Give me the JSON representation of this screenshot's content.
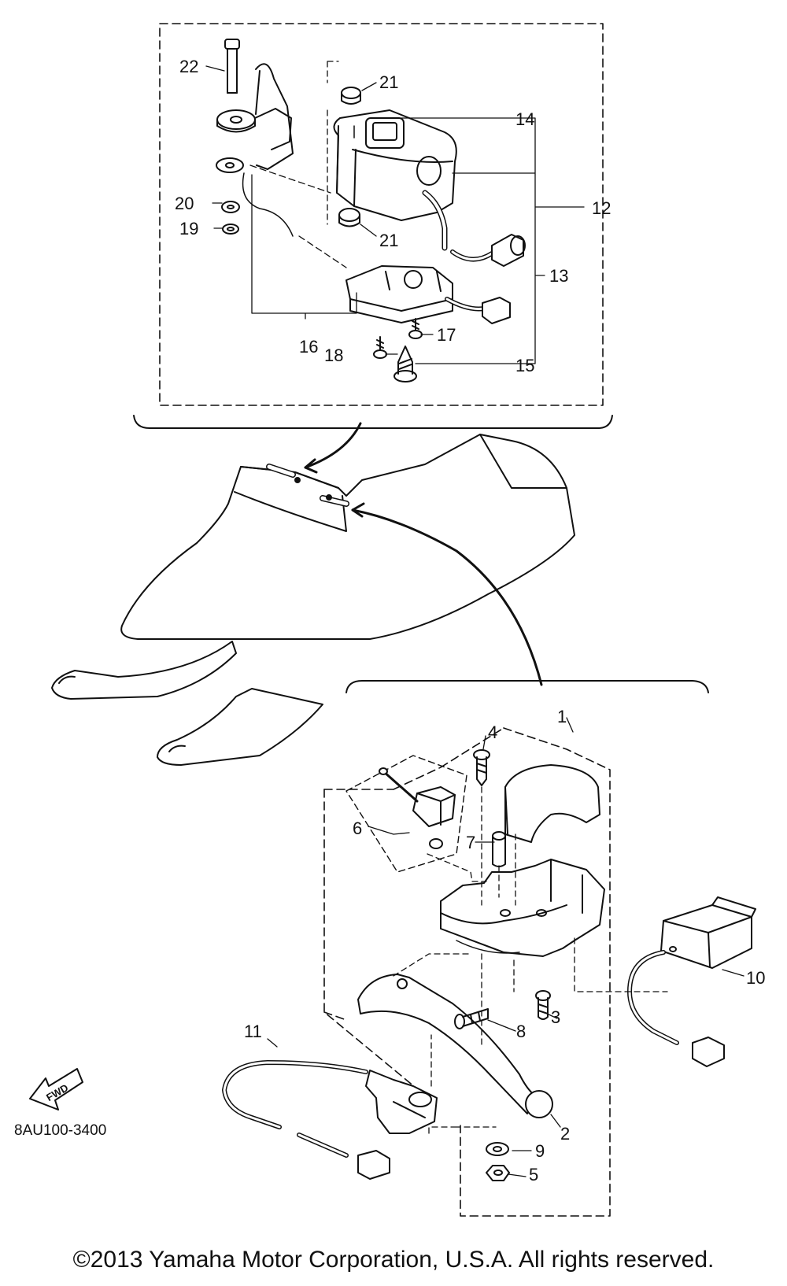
{
  "diagram": {
    "callouts": [
      "1",
      "2",
      "3",
      "4",
      "5",
      "6",
      "7",
      "8",
      "9",
      "10",
      "11",
      "12",
      "13",
      "14",
      "15",
      "16",
      "17",
      "18",
      "19",
      "20",
      "21",
      "22"
    ],
    "drawing_code": "8AU100-3400",
    "fwd_label": "FWD",
    "copyright": "©2013 Yamaha Motor Corporation, U.S.A. All rights reserved."
  }
}
